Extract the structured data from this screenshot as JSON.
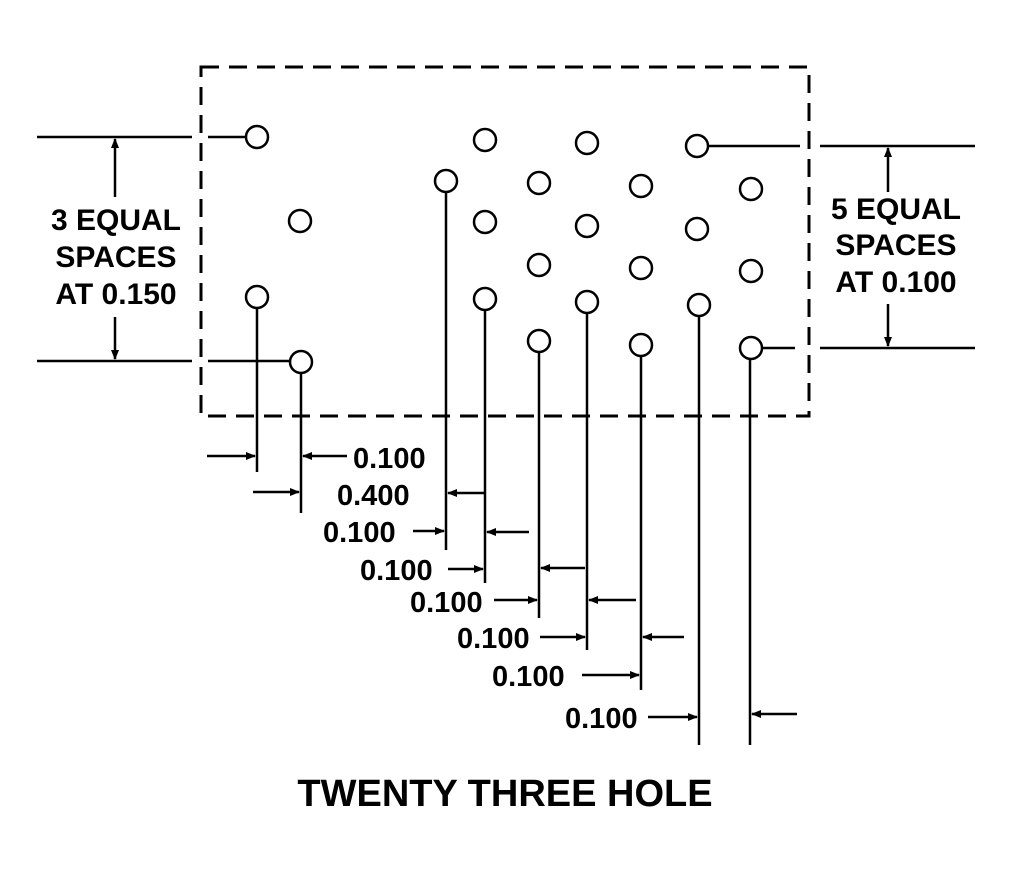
{
  "title": "TWENTY THREE HOLE",
  "left_note": {
    "line1": "3 EQUAL",
    "line2": "SPACES",
    "line3": "AT 0.150"
  },
  "right_note": {
    "line1": "5 EQUAL",
    "line2": "SPACES",
    "line3": "AT 0.100"
  },
  "dimensions": [
    "0.100",
    "0.400",
    "0.100",
    "0.100",
    "0.100",
    "0.100",
    "0.100",
    "0.100"
  ],
  "colors": {
    "ink": "#000000",
    "background": "#ffffff"
  }
}
